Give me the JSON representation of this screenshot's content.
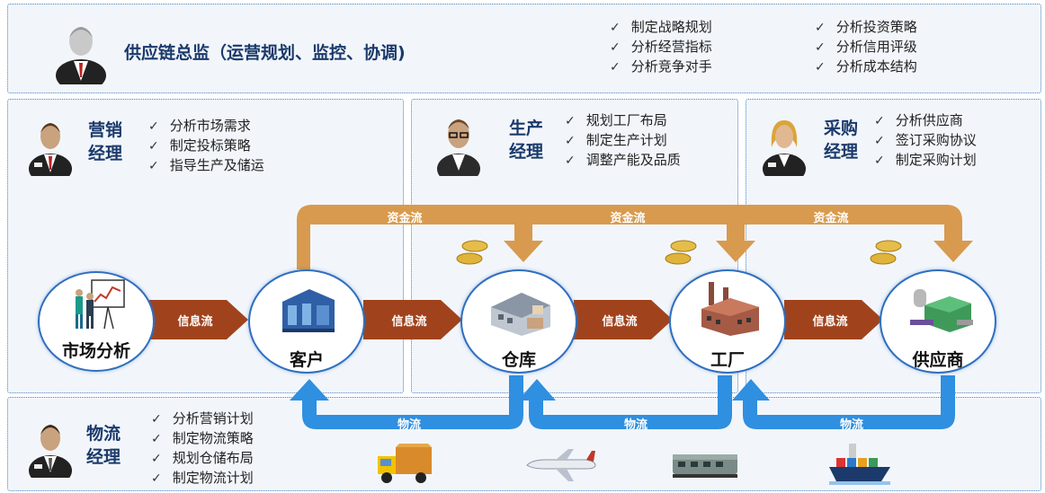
{
  "director": {
    "title": "供应链总监（运营规划、监控、协调)",
    "tasks_col1": [
      "制定战略规划",
      "分析经营指标",
      "分析竞争对手"
    ],
    "tasks_col2": [
      "分析投资策略",
      "分析信用评级",
      "分析成本结构"
    ]
  },
  "marketing": {
    "title_line1": "营销",
    "title_line2": "经理",
    "tasks": [
      "分析市场需求",
      "制定投标策略",
      "指导生产及储运"
    ]
  },
  "production": {
    "title_line1": "生产",
    "title_line2": "经理",
    "tasks": [
      "规划工厂布局",
      "制定生产计划",
      "调整产能及品质"
    ]
  },
  "purchasing": {
    "title_line1": "采购",
    "title_line2": "经理",
    "tasks": [
      "分析供应商",
      "签订采购协议",
      "制定采购计划"
    ]
  },
  "logistics": {
    "title_line1": "物流",
    "title_line2": "经理",
    "tasks": [
      "分析营销计划",
      "制定物流策略",
      "规划仓储布局",
      "制定物流计划"
    ]
  },
  "nodes": {
    "market": "市场分析",
    "customer": "客户",
    "warehouse": "仓库",
    "factory": "工厂",
    "supplier": "供应商"
  },
  "flows": {
    "info": "信息流",
    "capital": "资金流",
    "logistics": "物流"
  },
  "tick": "✓",
  "colors": {
    "info_arrow": "#a0431d",
    "capital_arrow": "#d89a4e",
    "logistics_arrow": "#2f8fe0",
    "panel_border": "#4a84c4",
    "title": "#1b3a6b"
  }
}
